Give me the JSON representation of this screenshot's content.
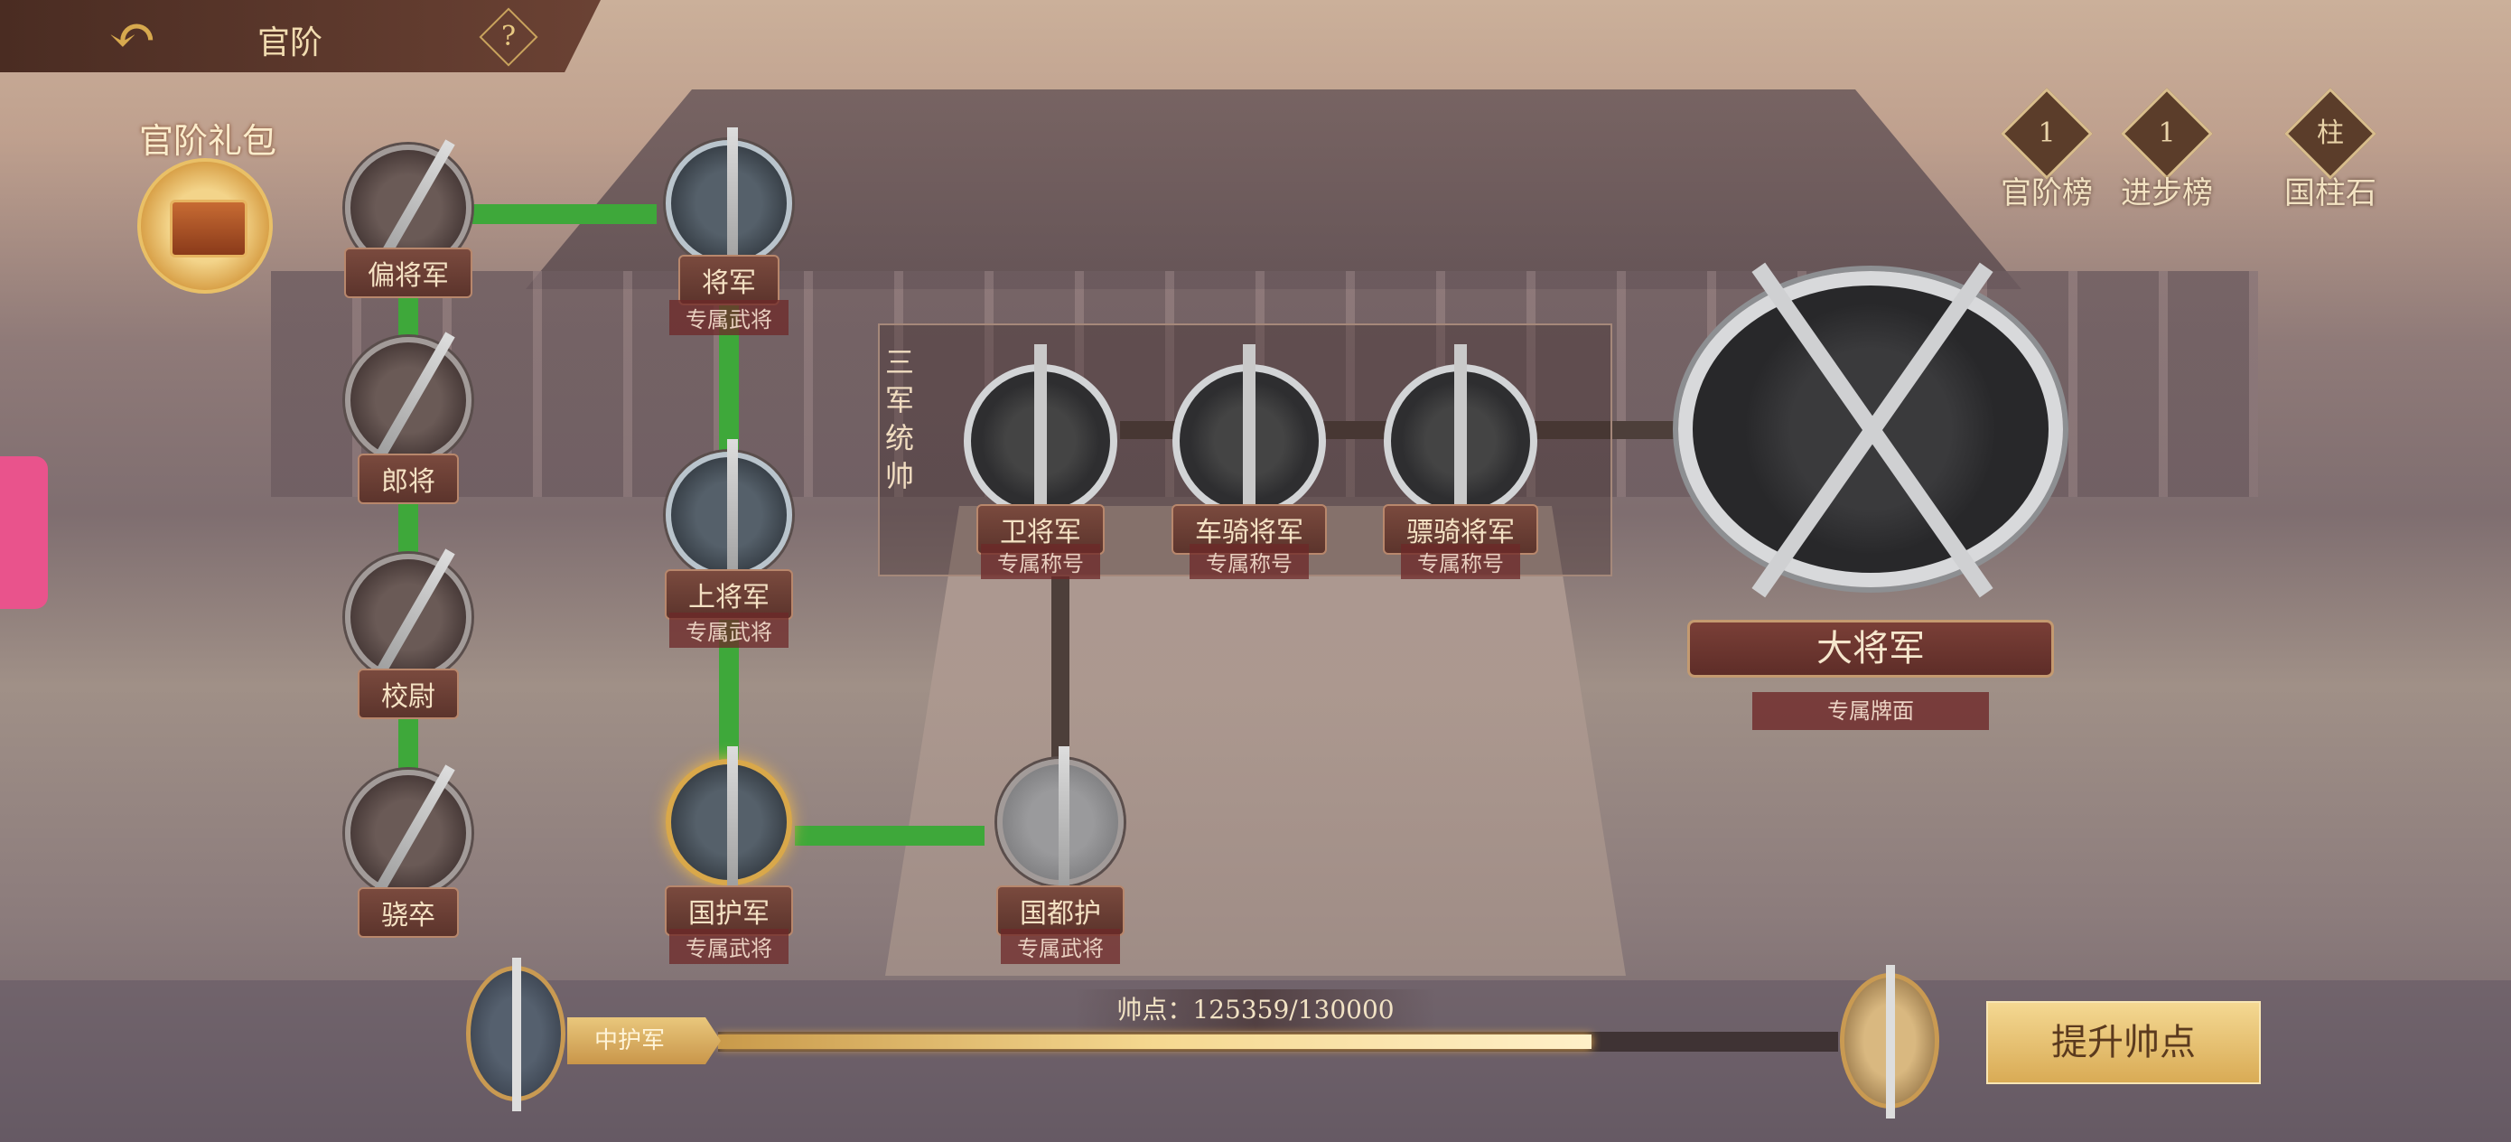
{
  "header": {
    "title": "官阶",
    "back_icon": "back-arrow-icon",
    "help_label": "?"
  },
  "gift": {
    "title": "官阶礼包",
    "icon": "treasure-chest-icon"
  },
  "right_menu": [
    {
      "label": "官阶榜",
      "icon_text": "1"
    },
    {
      "label": "进步榜",
      "icon_text": "1"
    },
    {
      "label": "国柱石",
      "icon_text": "柱"
    }
  ],
  "ranks": {
    "pian_jiangjun": {
      "label": "偏将军"
    },
    "jiangjun": {
      "label": "将军",
      "sub": "专属武将"
    },
    "langjiang": {
      "label": "郎将"
    },
    "shang_jiangjun": {
      "label": "上将军",
      "sub": "专属武将"
    },
    "xiaowei": {
      "label": "校尉"
    },
    "guohujun": {
      "label": "国护军",
      "sub": "专属武将"
    },
    "xiaozu": {
      "label": "骁卒"
    },
    "guoduhu": {
      "label": "国都护",
      "sub": "专属武将"
    },
    "wei_jiangjun": {
      "label": "卫将军",
      "sub": "专属称号"
    },
    "cheqi_jiangjun": {
      "label": "车骑将军",
      "sub": "专属称号"
    },
    "piaoqi_jiangjun": {
      "label": "骠骑将军",
      "sub": "专属称号"
    },
    "da_jiangjun": {
      "label": "大将军",
      "sub": "专属牌面"
    }
  },
  "sanjun": {
    "title": "三军统帅"
  },
  "progress": {
    "current_rank": "中护军",
    "points_text": "帅点：125359/130000",
    "current": 125359,
    "target": 130000,
    "fill_fraction": 0.78
  },
  "upgrade_button": {
    "label": "提升帅点"
  },
  "colors": {
    "path_done": "#3ea83a",
    "path_locked": "#4d3f3a",
    "accent_gold": "#d9ab55"
  }
}
